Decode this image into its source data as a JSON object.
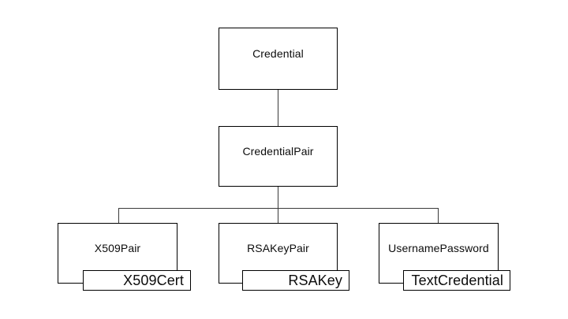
{
  "diagram": {
    "kind": "class-hierarchy",
    "colors": {
      "background": "#ffffff",
      "box_border": "#000000",
      "connector": "#3a3a3a",
      "text": "#0c0c0c"
    },
    "nodes": {
      "credential": {
        "label": "Credential"
      },
      "credential_pair": {
        "label": "CredentialPair"
      },
      "x509_pair": {
        "label": "X509Pair"
      },
      "rsa_key_pair": {
        "label": "RSAKeyPair"
      },
      "username_password": {
        "label": "UsernamePassword"
      },
      "x509_cert": {
        "label": "X509Cert"
      },
      "rsa_key": {
        "label": "RSAKey"
      },
      "text_credential": {
        "label": "TextCredential"
      }
    },
    "edges": [
      {
        "from": "credential",
        "to": "credential_pair"
      },
      {
        "from": "credential_pair",
        "to": "x509_pair"
      },
      {
        "from": "credential_pair",
        "to": "rsa_key_pair"
      },
      {
        "from": "credential_pair",
        "to": "username_password"
      }
    ]
  }
}
